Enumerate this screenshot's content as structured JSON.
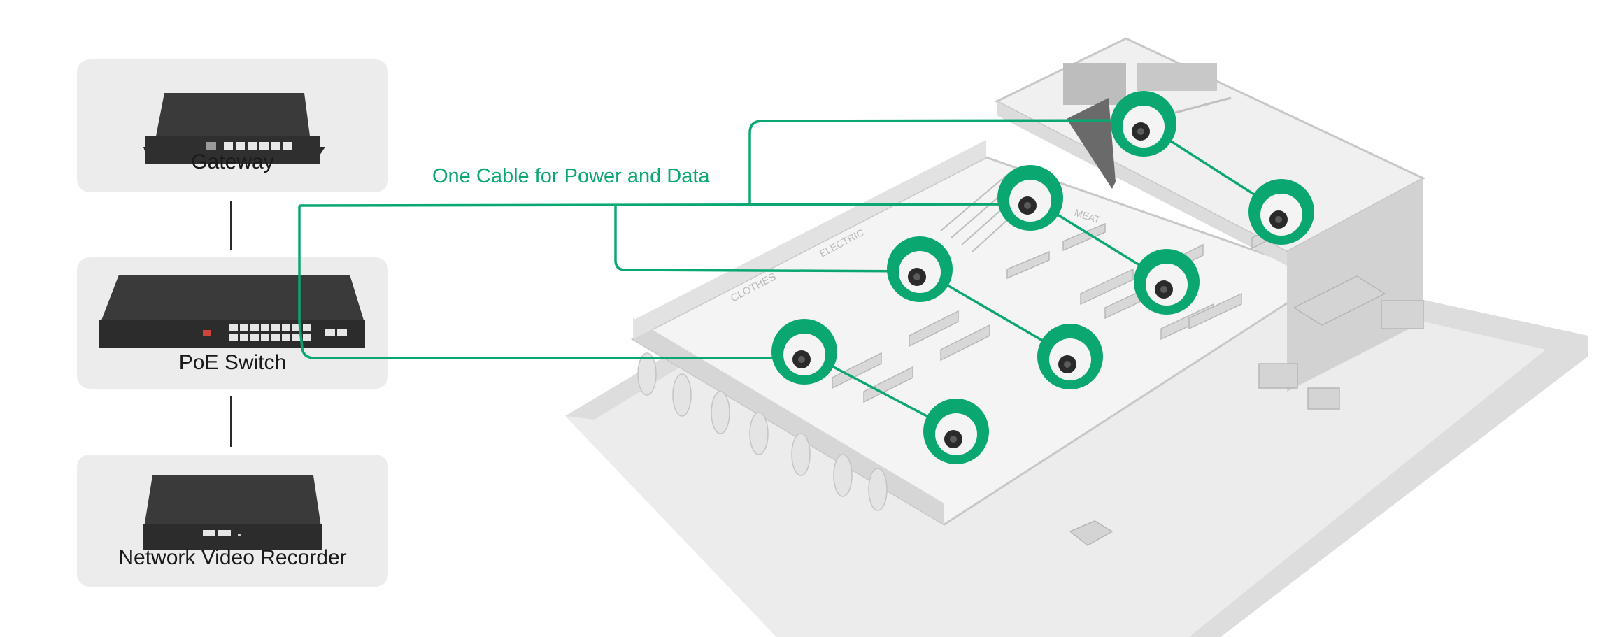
{
  "devices": [
    {
      "label": "Gateway",
      "icon": "gateway-router-icon"
    },
    {
      "label": "PoE Switch",
      "icon": "poe-switch-icon"
    },
    {
      "label": "Network Video Recorder",
      "icon": "nvr-icon"
    }
  ],
  "cable_label": "One Cable for Power and Data",
  "store_signs": [
    "CLOTHES",
    "ELECTRIC",
    "MEAT"
  ],
  "colors": {
    "accent_green": "#0aa870",
    "card_background": "#ececec",
    "connector_line": "#2a2a2a",
    "building": "#dcdcdc"
  }
}
